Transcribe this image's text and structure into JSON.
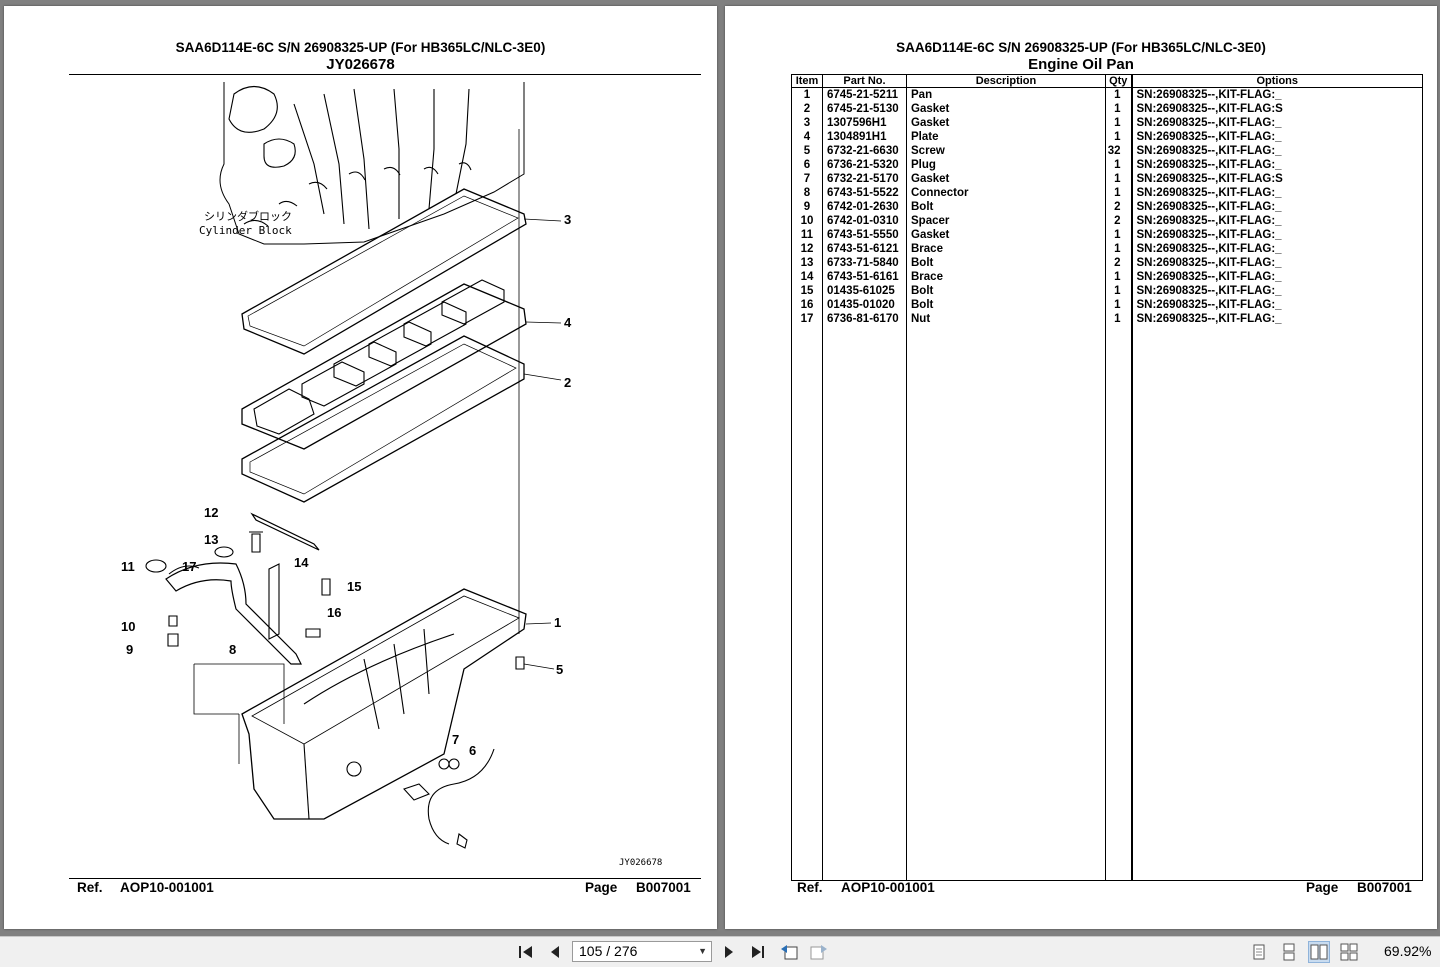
{
  "left_page": {
    "title": "SAA6D114E-6C S/N 26908325-UP (For HB365LC/NLC-3E0)",
    "subtitle": "JY026678",
    "diagram": {
      "label_jp": "シリンダブロック",
      "label_en": "Cylinder Block",
      "drawing_code": "JY026678",
      "callouts": [
        "1",
        "2",
        "3",
        "4",
        "5",
        "6",
        "7",
        "8",
        "9",
        "10",
        "11",
        "12",
        "13",
        "14",
        "15",
        "16",
        "17"
      ]
    },
    "footer": {
      "ref_label": "Ref.",
      "ref_value": "AOP10-001001",
      "page_label": "Page",
      "page_value": "B007001"
    }
  },
  "right_page": {
    "title": "SAA6D114E-6C S/N 26908325-UP (For HB365LC/NLC-3E0)",
    "subtitle": "Engine Oil Pan",
    "table": {
      "headers": [
        "Item",
        "Part No.",
        "Description",
        "Qty",
        "Options"
      ],
      "rows": [
        [
          "1",
          "6745-21-5211",
          "Pan",
          "1",
          "SN:26908325--,KIT-FLAG:_"
        ],
        [
          "2",
          "6745-21-5130",
          "Gasket",
          "1",
          "SN:26908325--,KIT-FLAG:S"
        ],
        [
          "3",
          "1307596H1",
          "Gasket",
          "1",
          "SN:26908325--,KIT-FLAG:_"
        ],
        [
          "4",
          "1304891H1",
          "Plate",
          "1",
          "SN:26908325--,KIT-FLAG:_"
        ],
        [
          "5",
          "6732-21-6630",
          "Screw",
          "32",
          "SN:26908325--,KIT-FLAG:_"
        ],
        [
          "6",
          "6736-21-5320",
          "Plug",
          "1",
          "SN:26908325--,KIT-FLAG:_"
        ],
        [
          "7",
          "6732-21-5170",
          "Gasket",
          "1",
          "SN:26908325--,KIT-FLAG:S"
        ],
        [
          "8",
          "6743-51-5522",
          "Connector",
          "1",
          "SN:26908325--,KIT-FLAG:_"
        ],
        [
          "9",
          "6742-01-2630",
          "Bolt",
          "2",
          "SN:26908325--,KIT-FLAG:_"
        ],
        [
          "10",
          "6742-01-0310",
          "Spacer",
          "2",
          "SN:26908325--,KIT-FLAG:_"
        ],
        [
          "11",
          "6743-51-5550",
          "Gasket",
          "1",
          "SN:26908325--,KIT-FLAG:_"
        ],
        [
          "12",
          "6743-51-6121",
          "Brace",
          "1",
          "SN:26908325--,KIT-FLAG:_"
        ],
        [
          "13",
          "6733-71-5840",
          "Bolt",
          "2",
          "SN:26908325--,KIT-FLAG:_"
        ],
        [
          "14",
          "6743-51-6161",
          "Brace",
          "1",
          "SN:26908325--,KIT-FLAG:_"
        ],
        [
          "15",
          "01435-61025",
          "Bolt",
          "1",
          "SN:26908325--,KIT-FLAG:_"
        ],
        [
          "16",
          "01435-01020",
          "Bolt",
          "1",
          "SN:26908325--,KIT-FLAG:_"
        ],
        [
          "17",
          "6736-81-6170",
          "Nut",
          "1",
          "SN:26908325--,KIT-FLAG:_"
        ]
      ]
    },
    "footer": {
      "ref_label": "Ref.",
      "ref_value": "AOP10-001001",
      "page_label": "Page",
      "page_value": "B007001"
    }
  },
  "toolbar": {
    "page_indicator": "105 / 276",
    "zoom": "69.92%",
    "icons": [
      "first-page-icon",
      "prev-page-icon",
      "next-page-icon",
      "last-page-icon",
      "go-back-view-icon",
      "go-forward-view-icon",
      "single-page-view-icon",
      "continuous-view-icon",
      "facing-view-icon",
      "continuous-facing-view-icon"
    ]
  }
}
